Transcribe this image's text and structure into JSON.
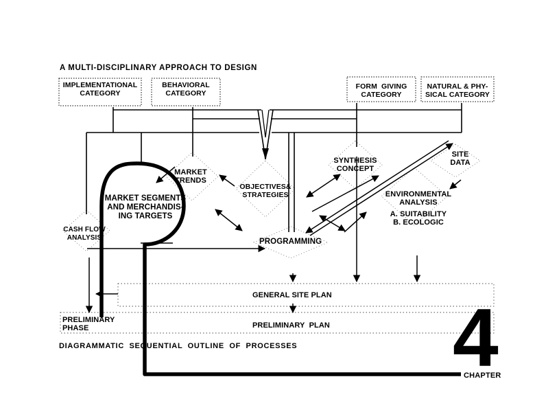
{
  "title": "A MULTI-DISCIPLINARY APPROACH TO DESIGN",
  "categories": {
    "implementational": "IMPLEMENTATIONAL\nCATEGORY",
    "behavioral": "BEHAVIORAL\nCATEGORY",
    "form_giving": "FORM  GIVING\nCATEGORY",
    "natural_physical": "NATURAL & PHY-\nSICAL CATEGORY"
  },
  "nodes": {
    "market_trends": "MARKET\nTRENDS",
    "market_segments": "MARKET SEGMENTS\nAND MERCHANDIS-\nING TARGETS",
    "objectives": "OBJECTIVES&\nSTRATEGIES",
    "synthesis": "SYNTHESIS\nCONCEPT",
    "site_data": "SITE\nDATA",
    "environmental": "ENVIRONMENTAL\nANALYSIS",
    "suitability": "A. SUITABILITY\nB. ECOLOGIC",
    "cash_flow": "CASH FLOW\nANALYSIS",
    "programming": "PROGRAMMING",
    "general_site_plan": "GENERAL SITE PLAN",
    "preliminary_phase": "PRELIMINARY\nPHASE",
    "preliminary_plan": "PRELIMINARY  PLAN"
  },
  "footer": {
    "outline": "DIAGRAMMATIC  SEQUENTIAL  OUTLINE  OF  PROCESSES",
    "chapter_number": "4",
    "chapter_label": "CHAPTER"
  }
}
